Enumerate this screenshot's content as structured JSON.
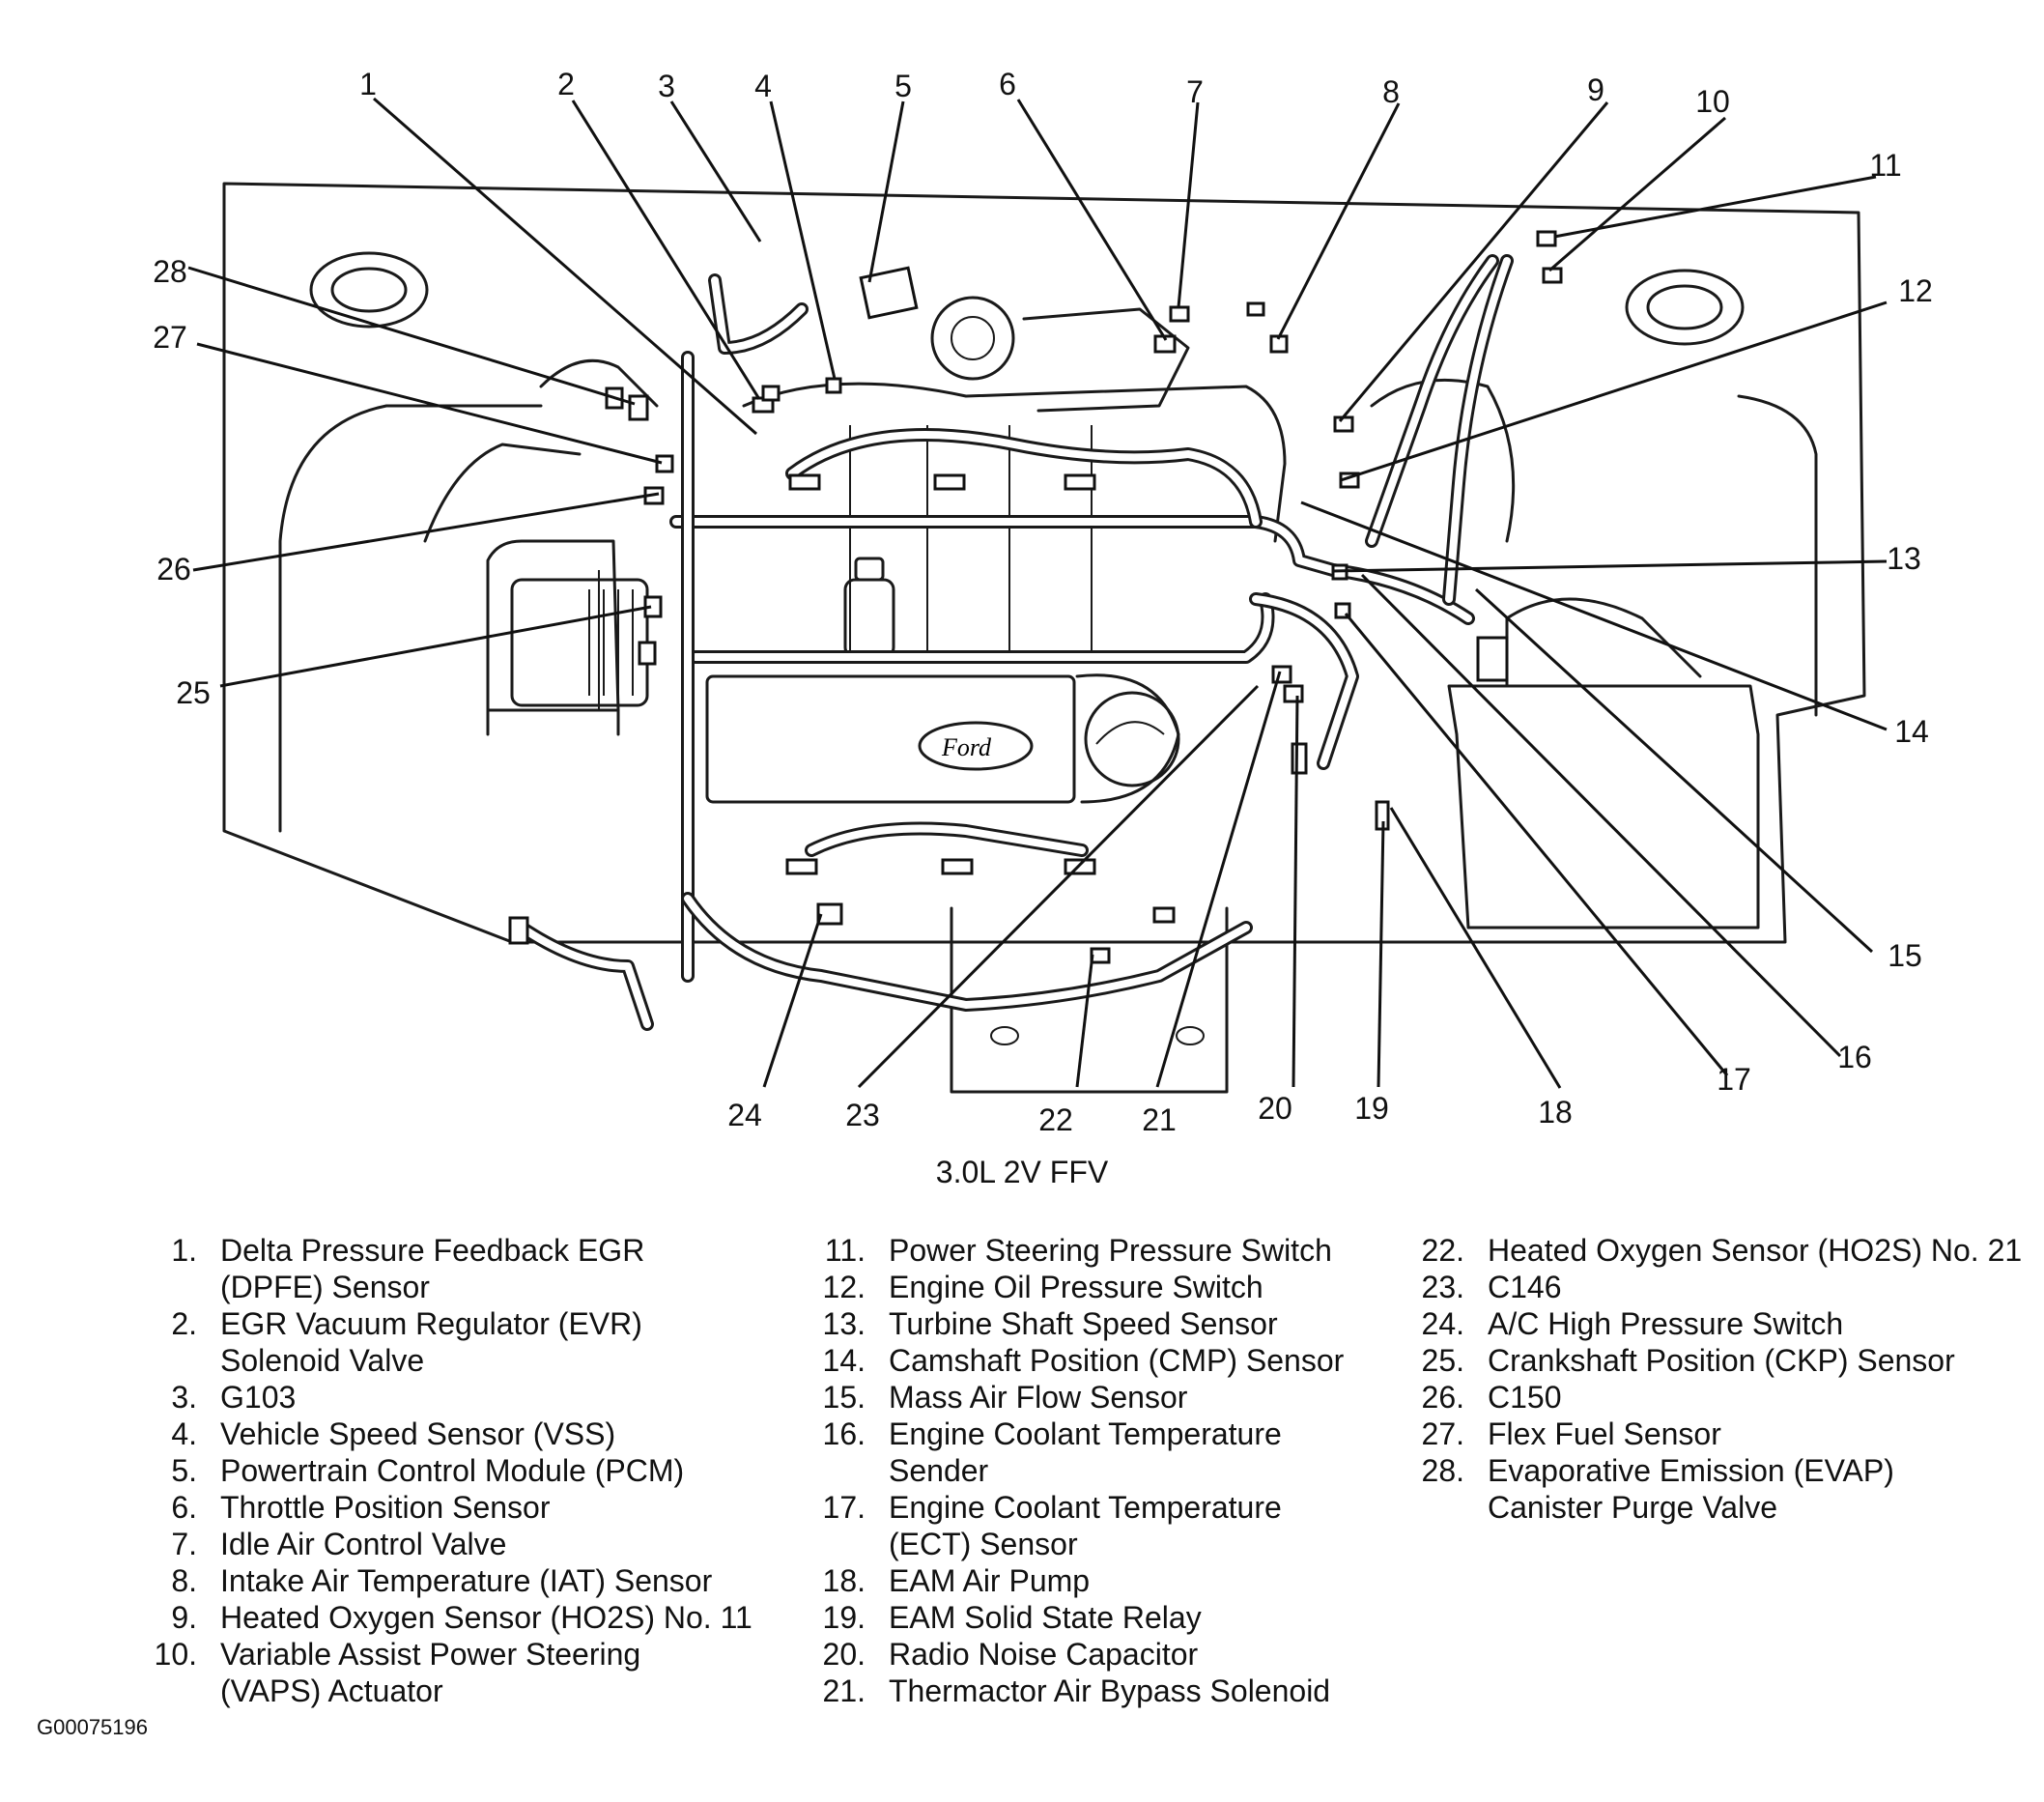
{
  "caption": "3.0L 2V FFV",
  "figure_id": "G00075196",
  "callouts": [
    "1",
    "2",
    "3",
    "4",
    "5",
    "6",
    "7",
    "8",
    "9",
    "10",
    "11",
    "12",
    "13",
    "14",
    "15",
    "16",
    "17",
    "18",
    "19",
    "20",
    "21",
    "22",
    "23",
    "24",
    "25",
    "26",
    "27",
    "28"
  ],
  "legend": {
    "column1": [
      {
        "num": "1.",
        "text": "Delta Pressure Feedback EGR\n(DPFE) Sensor"
      },
      {
        "num": "2.",
        "text": "EGR Vacuum Regulator (EVR)\nSolenoid Valve"
      },
      {
        "num": "3.",
        "text": "G103"
      },
      {
        "num": "4.",
        "text": "Vehicle Speed Sensor (VSS)"
      },
      {
        "num": "5.",
        "text": "Powertrain Control Module (PCM)"
      },
      {
        "num": "6.",
        "text": "Throttle Position Sensor"
      },
      {
        "num": "7.",
        "text": "Idle Air Control Valve"
      },
      {
        "num": "8.",
        "text": "Intake Air Temperature (IAT) Sensor"
      },
      {
        "num": "9.",
        "text": "Heated Oxygen Sensor (HO2S) No. 11"
      },
      {
        "num": "10.",
        "text": "Variable Assist Power Steering\n(VAPS) Actuator"
      }
    ],
    "column2": [
      {
        "num": "11.",
        "text": "Power Steering Pressure Switch"
      },
      {
        "num": "12.",
        "text": "Engine Oil Pressure Switch"
      },
      {
        "num": "13.",
        "text": "Turbine Shaft Speed Sensor"
      },
      {
        "num": "14.",
        "text": "Camshaft Position (CMP) Sensor"
      },
      {
        "num": "15.",
        "text": "Mass Air Flow Sensor"
      },
      {
        "num": "16.",
        "text": "Engine Coolant Temperature\nSender"
      },
      {
        "num": "17.",
        "text": "Engine Coolant Temperature\n(ECT) Sensor"
      },
      {
        "num": "18.",
        "text": "EAM Air Pump"
      },
      {
        "num": "19.",
        "text": "EAM Solid State Relay"
      },
      {
        "num": "20.",
        "text": "Radio Noise Capacitor"
      },
      {
        "num": "21.",
        "text": "Thermactor Air Bypass Solenoid"
      }
    ],
    "column3": [
      {
        "num": "22.",
        "text": "Heated Oxygen Sensor (HO2S) No. 21"
      },
      {
        "num": "23.",
        "text": "C146"
      },
      {
        "num": "24.",
        "text": "A/C High Pressure Switch"
      },
      {
        "num": "25.",
        "text": "Crankshaft Position (CKP) Sensor"
      },
      {
        "num": "26.",
        "text": "C150"
      },
      {
        "num": "27.",
        "text": "Flex Fuel Sensor"
      },
      {
        "num": "28.",
        "text": "Evaporative Emission (EVAP)\nCanister Purge Valve"
      }
    ]
  }
}
